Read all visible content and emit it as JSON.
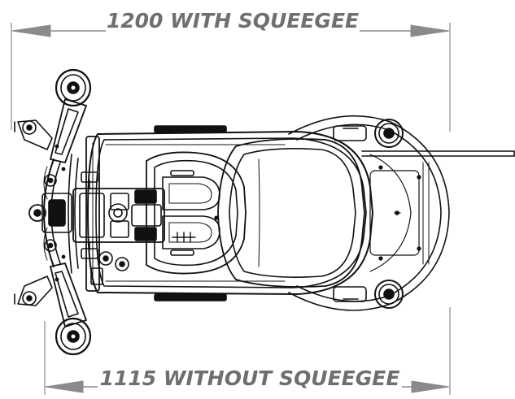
{
  "dimensions": {
    "top": {
      "label": "1200 WITH SQUEEGEE",
      "value_mm": 1200
    },
    "bottom": {
      "label": "1115 WITHOUT SQUEEGEE",
      "value_mm": 1115
    }
  },
  "colors": {
    "line": "#111111",
    "dimension": "#8a8a8a",
    "dimension_text": "#6f6f6f"
  }
}
